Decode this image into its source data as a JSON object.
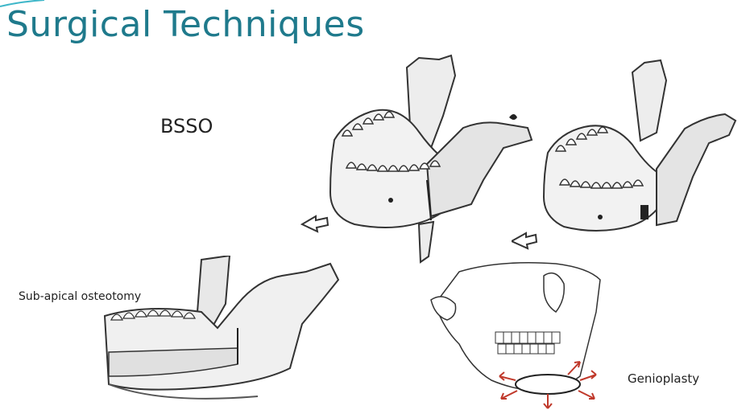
{
  "slide": {
    "title": "Surgical Techniques",
    "accent_color": "#1f7a8c",
    "labels": {
      "bsso": "BSSO",
      "subapical": "Sub-apical osteotomy",
      "genioplasty": "Genioplasty"
    }
  },
  "figures": [
    {
      "id": "bsso-mandible-before",
      "depicts": "mandible with sagittal split osteotomy"
    },
    {
      "id": "bsso-mandible-after",
      "depicts": "mandible after repositioning"
    },
    {
      "id": "subapical-mandible",
      "depicts": "mandible with sub-apical osteotomy cut"
    },
    {
      "id": "genioplasty-skull",
      "depicts": "skull with chin segment and red directional arrows"
    }
  ]
}
